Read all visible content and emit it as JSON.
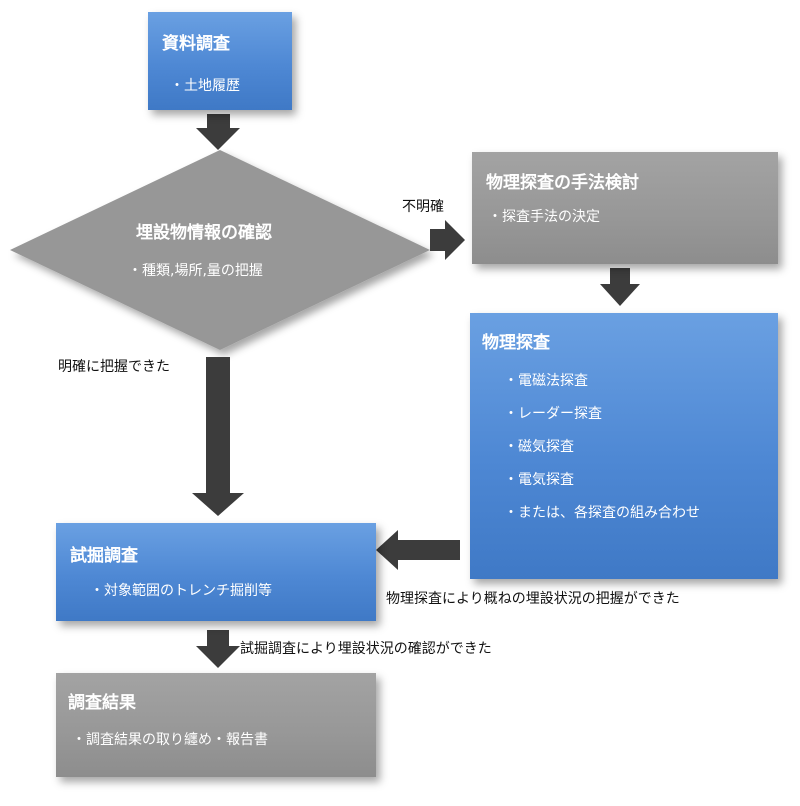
{
  "nodes": {
    "document_survey": {
      "title": "資料調査",
      "items": [
        "・土地履歴"
      ]
    },
    "confirm_info": {
      "title": "埋設物情報の確認",
      "items": [
        "・種類,場所,量の把握"
      ]
    },
    "method_study": {
      "title": "物理探査の手法検討",
      "items": [
        "・探査手法の決定"
      ]
    },
    "physical_survey": {
      "title": "物理探査",
      "items": [
        "・電磁法探査",
        "・レーダー探査",
        "・磁気探査",
        "・電気探査",
        "・または、各探査の組み合わせ"
      ]
    },
    "trial_dig": {
      "title": "試掘調査",
      "items": [
        "・対象範囲のトレンチ掘削等"
      ]
    },
    "results": {
      "title": "調査結果",
      "items": [
        "・調査結果の取り纏め・報告書"
      ]
    }
  },
  "edge_labels": {
    "unclear": "不明確",
    "clear": "明確に把握できた",
    "physical_done": "物理探査により概ねの埋設状況の把握ができた",
    "trial_done": "試掘調査により埋設状況の確認ができた"
  },
  "colors": {
    "blue": "#4e88d4",
    "gray": "#979797",
    "arrow": "#3c3c3c"
  }
}
